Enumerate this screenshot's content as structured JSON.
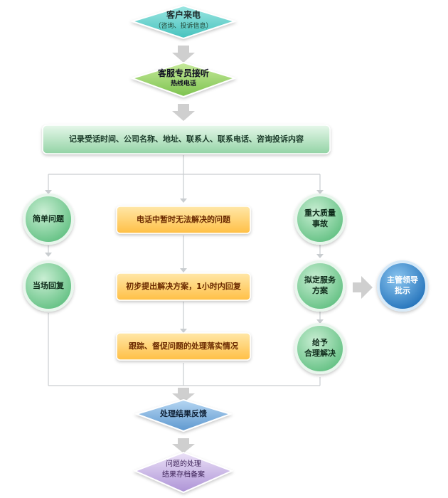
{
  "nodes": {
    "customer_call": {
      "title": "客户来电",
      "subtitle": "（咨询、投诉信息）"
    },
    "agent_answer": {
      "title": "客服专员接听",
      "subtitle": "热线电话"
    },
    "record": {
      "text": "记录受话时间、公司名称、地址、联系人、联系电话、咨询投诉内容"
    },
    "simple_issue": {
      "text": "简单问题"
    },
    "instant_reply": {
      "text": "当场回复"
    },
    "phone_unsolvable": {
      "text": "电话中暂时无法解决的问题"
    },
    "initial_plan": {
      "text": "初步提出解决方案，1小时内回复"
    },
    "follow_up": {
      "text": "跟踪、督促问题的处理落实情况"
    },
    "major_accident_line1": {
      "text": "重大质量"
    },
    "major_accident_line2": {
      "text": "事故"
    },
    "draft_plan_line1": {
      "text": "拟定服务"
    },
    "draft_plan_line2": {
      "text": "方案"
    },
    "reasonable_solution_line1": {
      "text": "给予"
    },
    "reasonable_solution_line2": {
      "text": "合理解决"
    },
    "supervisor_line1": {
      "text": "主管领导"
    },
    "supervisor_line2": {
      "text": "批示"
    },
    "feedback": {
      "text": "处理结果反馈"
    },
    "archive_line1": {
      "text": "问题的处理"
    },
    "archive_line2": {
      "text": "结果存档备案"
    }
  },
  "colors": {
    "teal": "#6fd3cf",
    "green": "#9fd27a",
    "bar_green": "#b9e6c6",
    "circle_green": "#8fd4a6",
    "orange": "#ffd27a",
    "blue_diamond": "#7fb2de",
    "purple": "#c6b2e4",
    "blue_circle": "#3f8fd1",
    "arrow_gray": "#c8c8c8",
    "line_gray": "#c9cdd0"
  }
}
